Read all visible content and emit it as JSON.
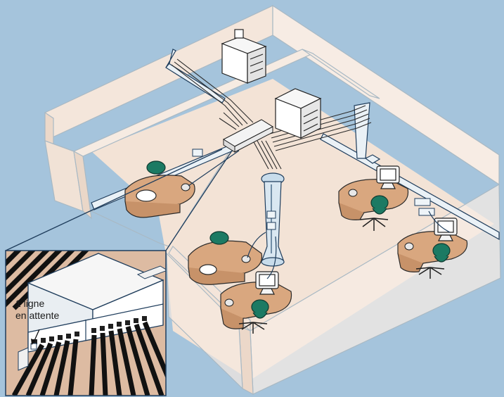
{
  "inset": {
    "label_line1": "1 ligne",
    "label_line2": "en attente"
  },
  "colors": {
    "background": "#a5c4dc",
    "floor": "#f3e3d6",
    "wall": "#f7ece4",
    "wall_edge": "#a9b9c4",
    "desk": "#d9a77f",
    "chair": "#1c7a63",
    "cable_conduit": "#eaf1f6",
    "cable": "#1f1f1f",
    "inset_bg": "#ddbba2"
  },
  "icons": [
    "office-building-illustration",
    "patch-panel-icon",
    "server-cabinet-icon",
    "printer-icon",
    "computer-monitor-icon",
    "office-chair-icon",
    "desk-phone-icon",
    "wall-socket-icon"
  ]
}
